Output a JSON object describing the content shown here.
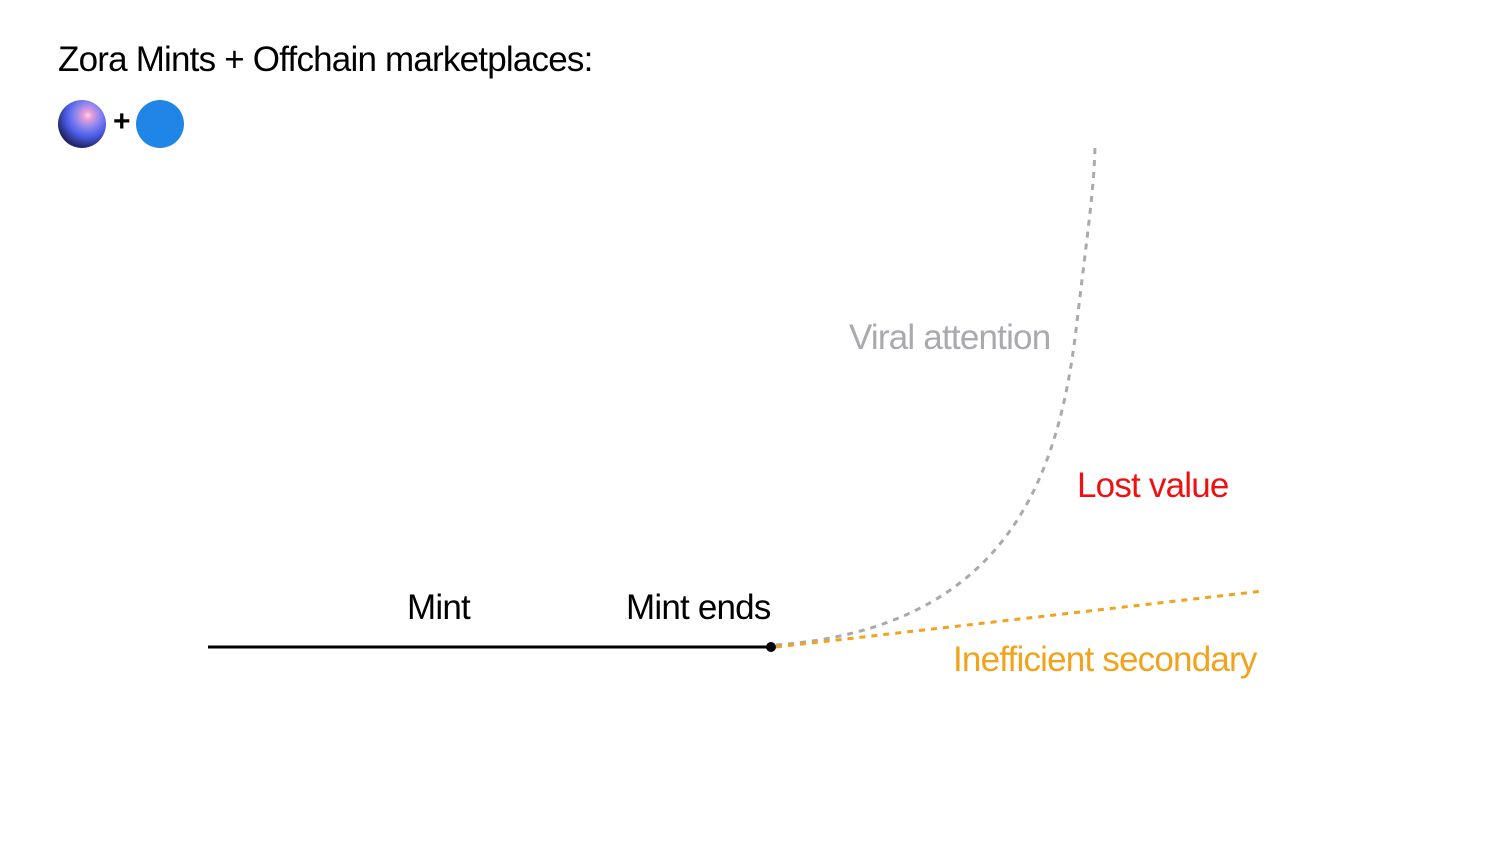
{
  "title": "Zora Mints + Offchain marketplaces:",
  "logos": {
    "plus": "+",
    "left_icon": "zora-orb-icon",
    "right_icon": "blue-circle-icon"
  },
  "labels": {
    "mint": "Mint",
    "mint_ends": "Mint ends",
    "viral_attention": "Viral attention",
    "lost_value": "Lost value",
    "inefficient_secondary": "Inefficient secondary"
  },
  "colors": {
    "timeline": "#000000",
    "viral": "#a9a9ae",
    "lost": "#ee1111",
    "secondary": "#f2a21b",
    "zora_blue": "#1f85e6"
  }
}
